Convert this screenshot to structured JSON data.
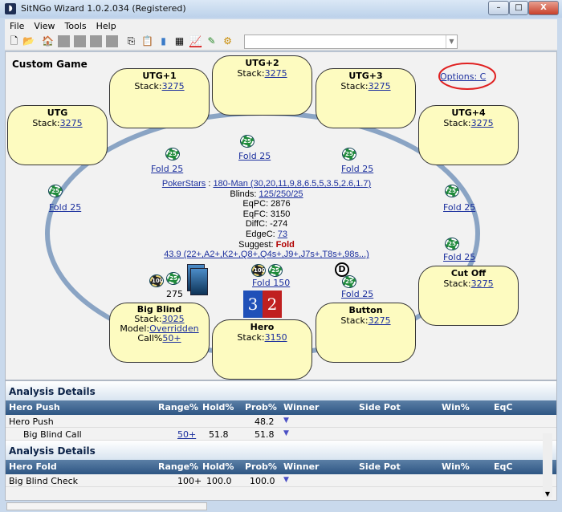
{
  "window": {
    "title": "SitNGo Wizard 1.0.2.034 (Registered)",
    "minimize": "–",
    "maximize": "□",
    "close": "X"
  },
  "menu": [
    "File",
    "View",
    "Tools",
    "Help"
  ],
  "toolbar": {
    "combo_value": ""
  },
  "game": {
    "title": "Custom Game",
    "options": "Options: C"
  },
  "seats": [
    {
      "name": "UTG",
      "stack_label": "Stack:",
      "stack": "3275",
      "action": "Fold 25"
    },
    {
      "name": "UTG+1",
      "stack_label": "Stack:",
      "stack": "3275",
      "action": "Fold 25"
    },
    {
      "name": "UTG+2",
      "stack_label": "Stack:",
      "stack": "3275",
      "action": "Fold 25"
    },
    {
      "name": "UTG+3",
      "stack_label": "Stack:",
      "stack": "3275",
      "action": "Fold 25"
    },
    {
      "name": "UTG+4",
      "stack_label": "Stack:",
      "stack": "3275",
      "action": "Fold 25"
    },
    {
      "name": "Cut Off",
      "stack_label": "Stack:",
      "stack": "3275",
      "action": "Fold 25"
    },
    {
      "name": "Button",
      "stack_label": "Stack:",
      "stack": "3275",
      "action": "Fold 25"
    },
    {
      "name": "Hero",
      "stack_label": "Stack:",
      "stack": "3150",
      "action": "Fold 150"
    },
    {
      "name": "Big Blind",
      "stack_label": "Stack:",
      "stack": "3025",
      "action": "275",
      "model_label": "Model:",
      "model": "Overridden",
      "call_label": "Call%",
      "call": "50+"
    }
  ],
  "hero_cards": [
    {
      "rank": "3",
      "suit": "♠"
    },
    {
      "rank": "2",
      "suit": "♥"
    }
  ],
  "dealer": "D",
  "chips": {
    "c25": "25",
    "c100": "100"
  },
  "info": {
    "site": "PokerStars",
    "sep": " : ",
    "structure": "180-Man (30,20,11,9,8,6.5,5,3.5,2.6,1.7)",
    "blinds_label": "Blinds: ",
    "blinds": "125/250/25",
    "eqpc": "EqPC: 2876",
    "eqfc": "EqFC: 3150",
    "diffc": "DiffC: -274",
    "edgec_label": "EdgeC: ",
    "edgec": "73",
    "suggest_label": "Suggest: ",
    "suggest": "Fold",
    "range": "43.9 (22+,A2+,K2+,Q8+,Q4s+,J9+,J7s+,T8s+,98s...)"
  },
  "analysis": [
    {
      "title": "Analysis Details",
      "columns": [
        "Hero Push",
        "Range%",
        "Hold%",
        "Prob%",
        "Winner",
        "Side Pot",
        "Win%",
        "EqC"
      ],
      "rows": [
        {
          "name": "Hero Push",
          "range": "",
          "hold": "",
          "prob": "48.2"
        },
        {
          "name": "Big Blind Call",
          "range": "50+",
          "hold": "51.8",
          "prob": "51.8"
        }
      ]
    },
    {
      "title": "Analysis Details",
      "columns": [
        "Hero Fold",
        "Range%",
        "Hold%",
        "Prob%",
        "Winner",
        "Side Pot",
        "Win%",
        "EqC"
      ],
      "rows": [
        {
          "name": "Big Blind Check",
          "range": "100+",
          "hold": "100.0",
          "prob": "100.0"
        }
      ]
    }
  ],
  "colors": {
    "seat": "#fdfbc0",
    "table_rail": "#8aa4c4",
    "header": "#2e5683",
    "suggest": "#b00000"
  }
}
